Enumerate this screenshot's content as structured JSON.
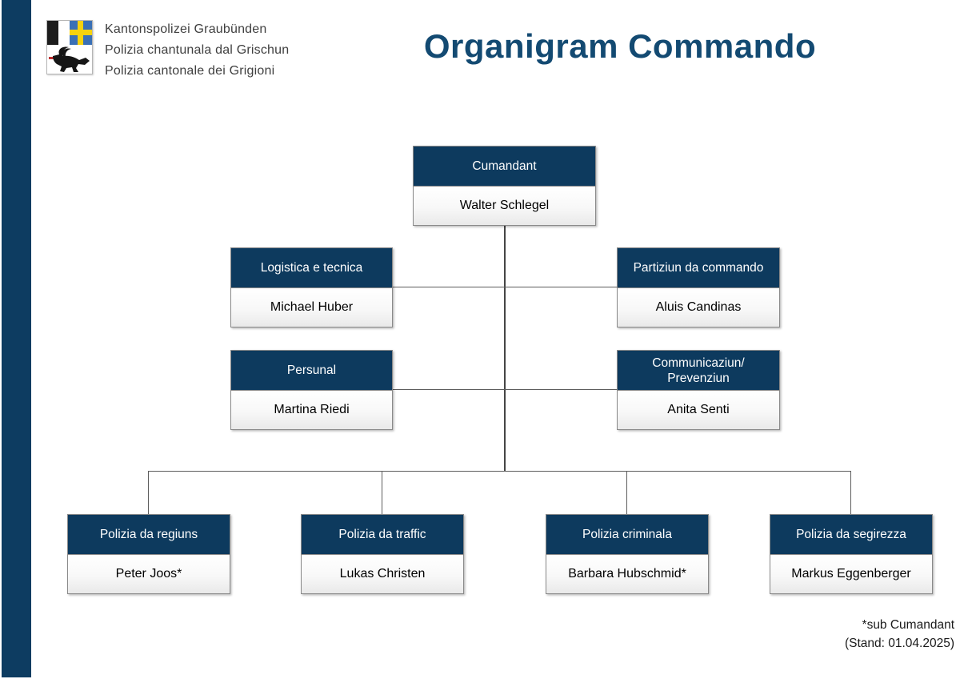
{
  "page": {
    "title": "Organigram Commando",
    "footnote": {
      "line1": "*sub Cumandant",
      "line2": "(Stand: 01.04.2025)"
    }
  },
  "logo": {
    "icon": "graubuenden-coat-of-arms",
    "org_names": [
      "Kantonspolizei Graubünden",
      "Polizia chantunala dal Grischun",
      "Polizia cantonale dei Grigioni"
    ]
  },
  "colors": {
    "primary_blue": "#0d3a5e",
    "title_blue": "#134a72",
    "accent_bar_blue": "#0d3c61",
    "connector_gray": "#5d5d5d",
    "flag_blue": "#3a70b6",
    "flag_yellow": "#f6d20e"
  },
  "org_chart": {
    "nodes": [
      {
        "role": "Cumandant",
        "name": "Walter Schlegel"
      },
      {
        "role": "Logistica e tecnica",
        "name": "Michael Huber"
      },
      {
        "role": "Partiziun da commando",
        "name": "Aluis Candinas"
      },
      {
        "role": "Persunal",
        "name": "Martina Riedi"
      },
      {
        "role": "Communicaziun/\nPrevenziun",
        "name": "Anita Senti"
      },
      {
        "role": "Polizia da regiuns",
        "name": "Peter Joos*"
      },
      {
        "role": "Polizia da traffic",
        "name": "Lukas Christen"
      },
      {
        "role": "Polizia criminala",
        "name": "Barbara Hubschmid*"
      },
      {
        "role": "Polizia da segirezza",
        "name": "Markus Eggenberger"
      }
    ]
  }
}
